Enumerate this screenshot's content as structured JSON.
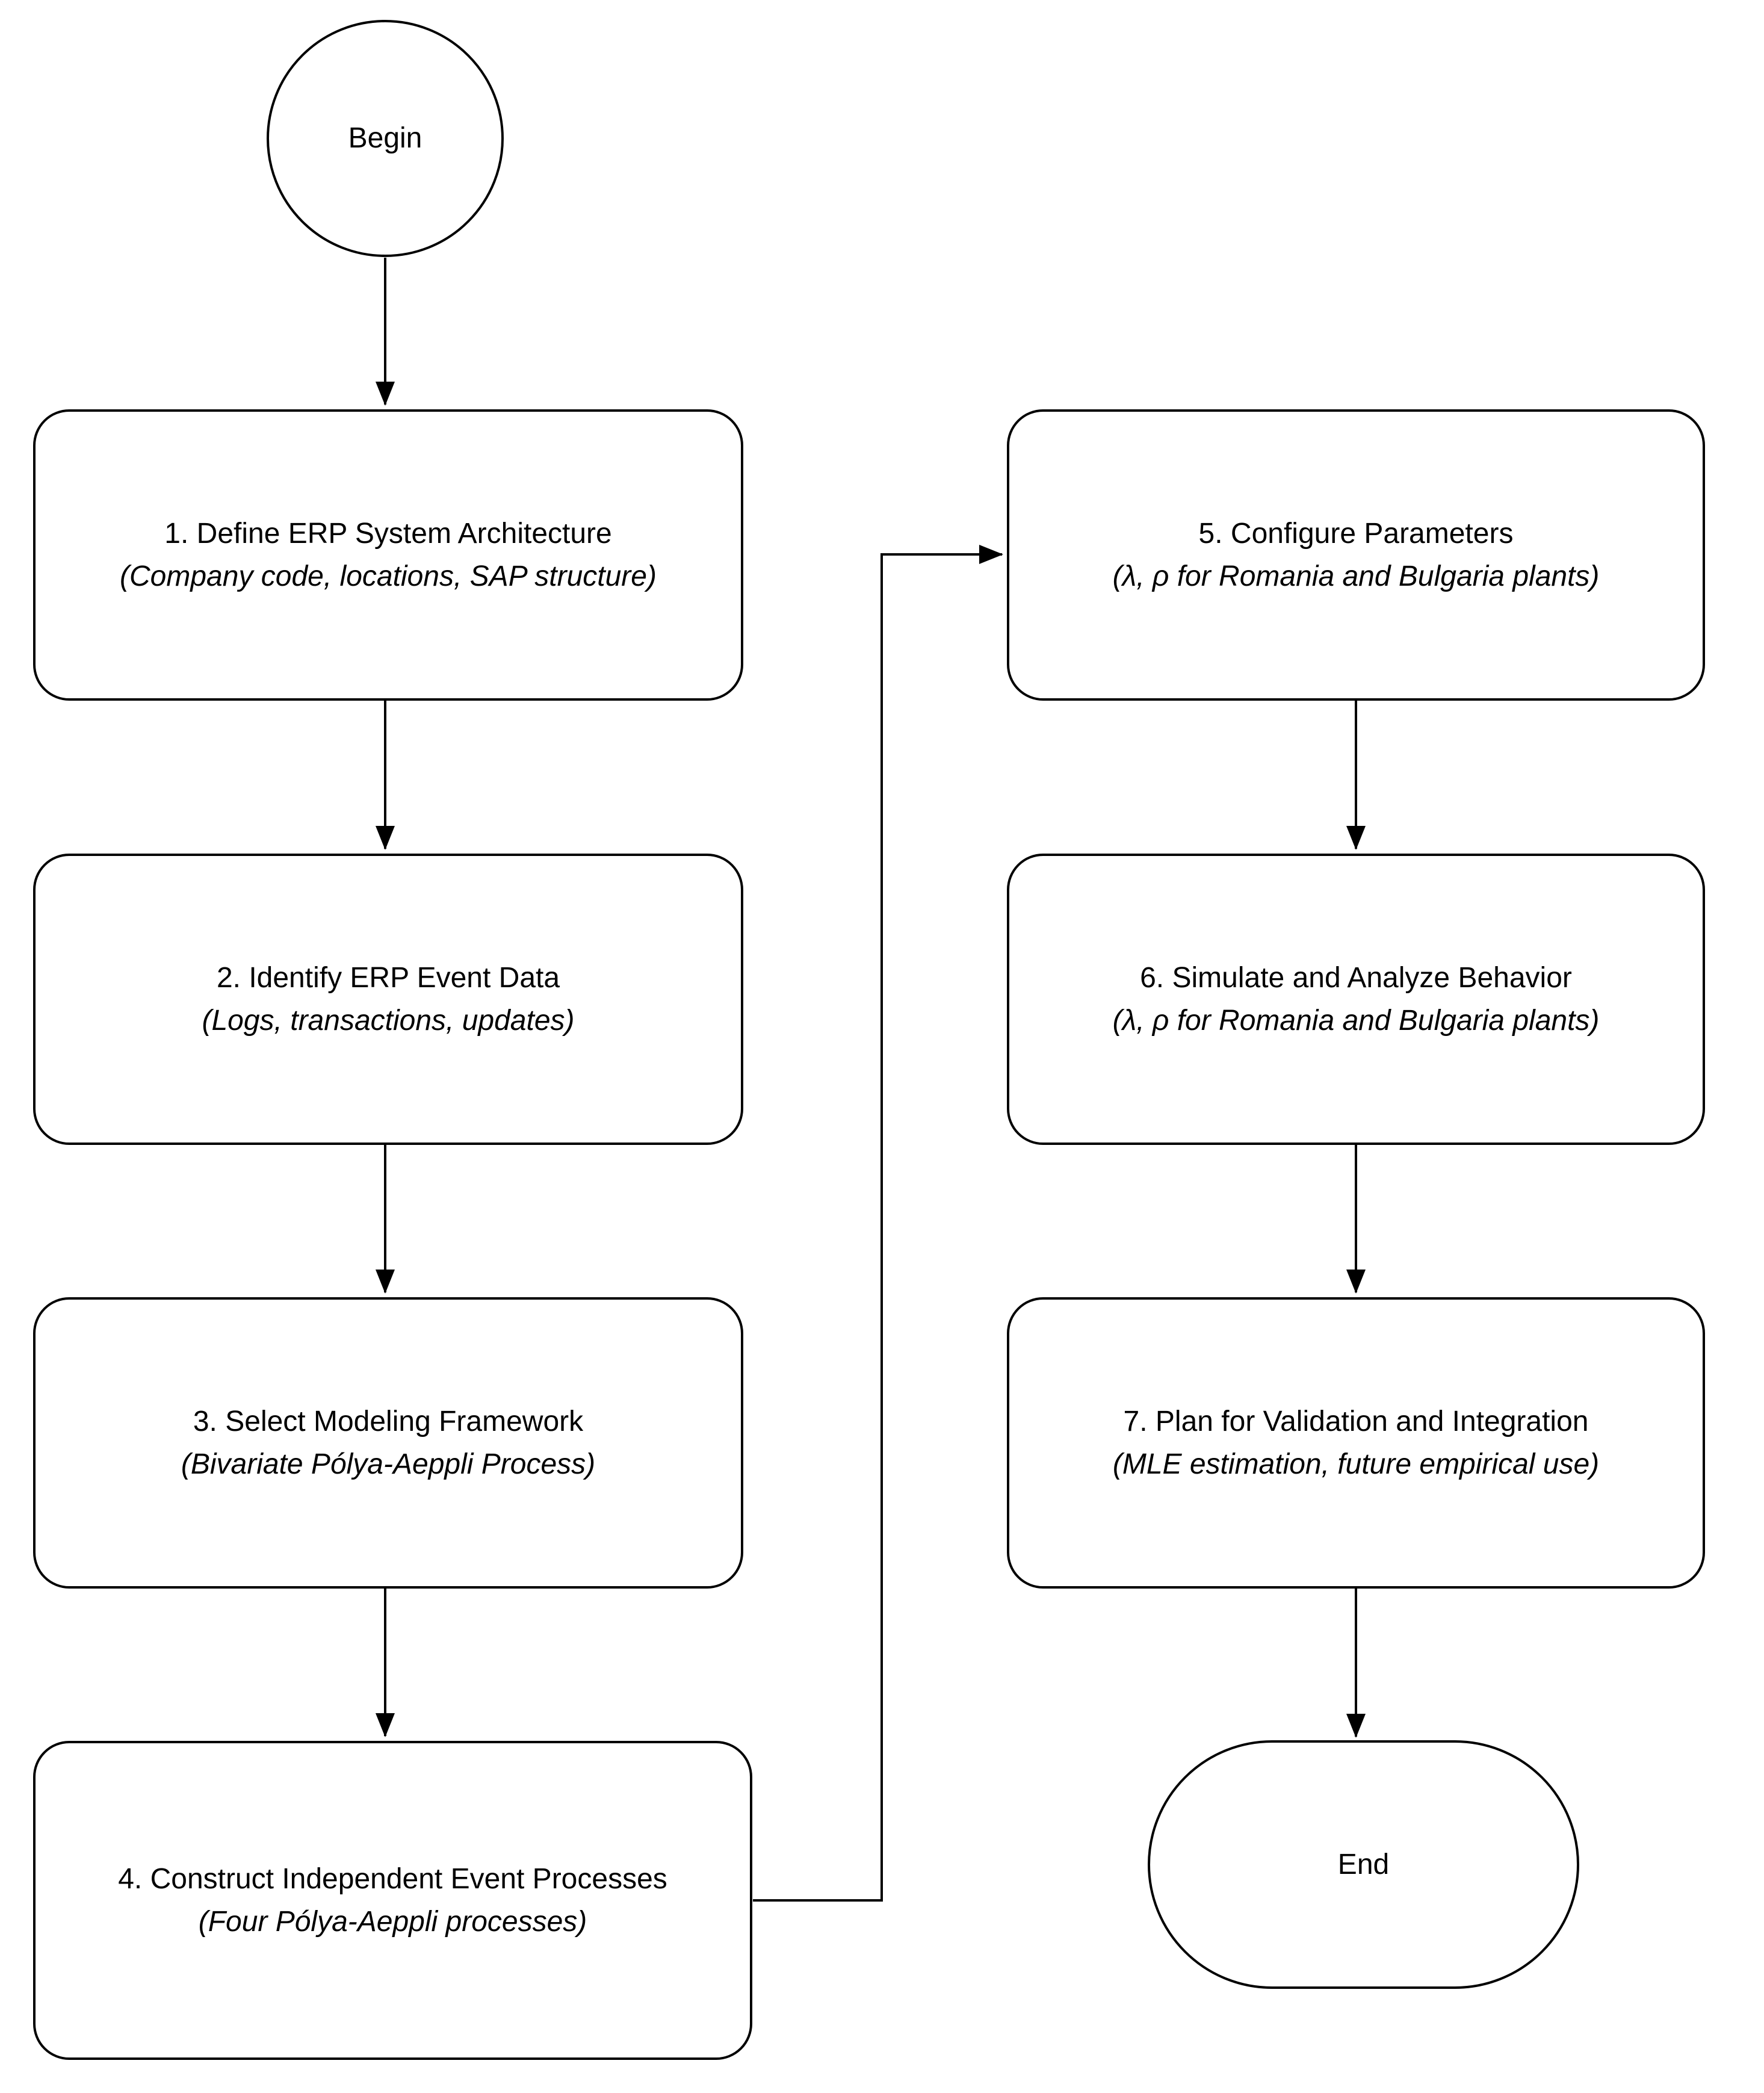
{
  "diagram": {
    "start": {
      "label": "Begin"
    },
    "end": {
      "label": "End"
    },
    "steps": [
      {
        "title": "1. Define ERP System Architecture",
        "subtitle": "(Company code, locations, SAP structure)"
      },
      {
        "title": "2. Identify ERP Event Data",
        "subtitle": "(Logs, transactions, updates)"
      },
      {
        "title": "3. Select Modeling Framework",
        "subtitle": "(Bivariate Pólya-Aeppli Process)"
      },
      {
        "title": "4. Construct Independent Event Processes",
        "subtitle": "(Four Pólya-Aeppli processes)"
      },
      {
        "title": "5. Configure Parameters",
        "subtitle": "(λ, ρ for Romania and Bulgaria plants)"
      },
      {
        "title": "6. Simulate and Analyze Behavior",
        "subtitle": "(λ, ρ for Romania and Bulgaria plants)"
      },
      {
        "title": "7. Plan for Validation and Integration",
        "subtitle": "(MLE estimation, future empirical use)"
      }
    ],
    "colors": {
      "stroke": "#000000",
      "background": "#ffffff",
      "text": "#000000"
    }
  }
}
